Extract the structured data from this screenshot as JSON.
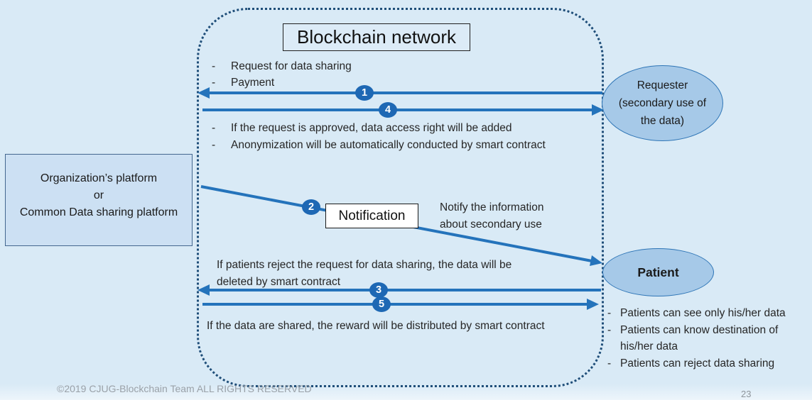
{
  "slide": {
    "footer_text": "©2019 CJUG-Blockchain Team ALL RIGHTS RESERVED",
    "page_number": "23",
    "background_color": "#d9eaf6"
  },
  "diagram": {
    "title": "Blockchain network",
    "bullet_marker": "-",
    "platform_box": {
      "line1": "Organization’s platform",
      "line2": "or",
      "line3": "Common Data sharing platform"
    },
    "requester_node": {
      "line1": "Requester",
      "line2": "(secondary use of",
      "line3": "the data)"
    },
    "patient_label": "Patient",
    "notification_label": "Notification",
    "step_labels": [
      "1",
      "2",
      "3",
      "4",
      "5"
    ],
    "annotations": {
      "request_items": [
        "Request for data sharing",
        "Payment"
      ],
      "approval_items": [
        "If the request is approved, data access right will be added",
        "Anonymization will be automatically conducted by smart contract"
      ],
      "notify_line1": "Notify the information",
      "notify_line2": "about secondary use",
      "reject_line1": "If patients reject the request for data sharing, the data will be",
      "reject_line2": "deleted by smart contract",
      "reward_text": "If the data are shared, the reward will be distributed by smart contract",
      "patient_rights": [
        "Patients can see only his/her data",
        "Patients can know destination of his/her data",
        "Patients can reject data sharing"
      ]
    },
    "colors": {
      "arrow": "#2473bb",
      "step_fill": "#1e68b4",
      "node_fill": "#a6c9e8",
      "node_border": "#2e75b6",
      "boundary": "#1f4e79",
      "platform_fill": "#cce0f3",
      "platform_border": "#44678f",
      "text": "#262626",
      "muted": "#9aa1a8"
    }
  }
}
